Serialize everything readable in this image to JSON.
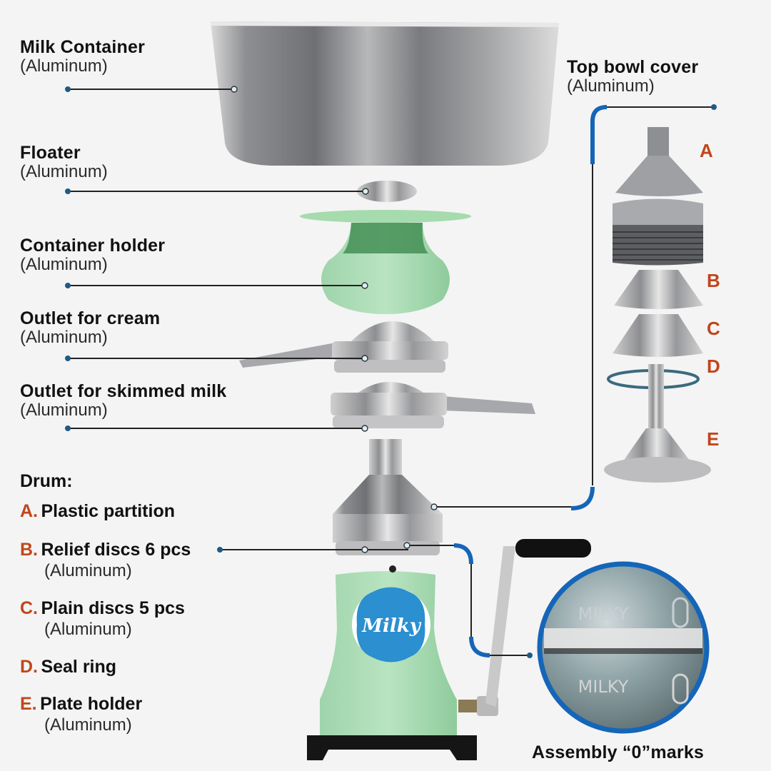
{
  "labels": {
    "milk_container": {
      "title": "Milk Container",
      "material": "(Aluminum)"
    },
    "floater": {
      "title": "Floater",
      "material": "(Aluminum)"
    },
    "container_holder": {
      "title": "Container holder",
      "material": "(Aluminum)"
    },
    "outlet_cream": {
      "title": "Outlet for cream",
      "material": "(Aluminum)"
    },
    "outlet_skimmed": {
      "title": "Outlet for skimmed milk",
      "material": "(Aluminum)"
    },
    "top_bowl_cover": {
      "title": "Top bowl cover",
      "material": "(Aluminum)"
    },
    "assembly_marks": {
      "title": "Assembly “0”marks"
    }
  },
  "drum": {
    "heading": "Drum:",
    "items": [
      {
        "letter": "A.",
        "name": "Plastic partition",
        "material": ""
      },
      {
        "letter": "B.",
        "name": "Relief discs 6 pcs",
        "material": "(Aluminum)"
      },
      {
        "letter": "C.",
        "name": "Plain discs 5 pcs",
        "material": "(Aluminum)"
      },
      {
        "letter": "D.",
        "name": "Seal ring",
        "material": ""
      },
      {
        "letter": "E.",
        "name": " Plate holder",
        "material": "(Aluminum)"
      }
    ]
  },
  "part_letters": [
    "A",
    "B",
    "C",
    "D",
    "E"
  ],
  "brand": {
    "logo_text": "Milky",
    "engraving": "MILKY",
    "mark": "0"
  },
  "colors": {
    "background": "#f4f4f4",
    "accent_letter": "#c0461b",
    "connector_blue": "#1565b8",
    "body_green": "#a8dcb4",
    "holder_green": "#8fd29c",
    "metal": "#a9aaad"
  }
}
